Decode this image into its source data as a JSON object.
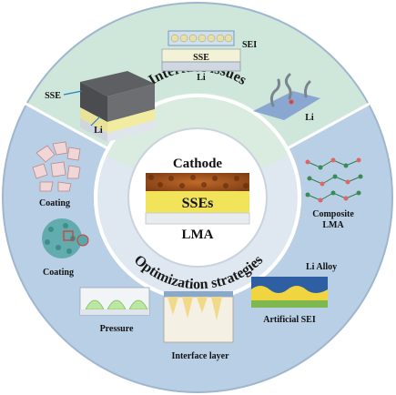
{
  "top_section": {
    "title": "Interface issues",
    "labels": {
      "sse_left": "SSE",
      "li_left": "Li",
      "sse_top": "SSE",
      "sei_top": "SEI",
      "li_top": "Li",
      "li_right": "Li"
    }
  },
  "bottom_section": {
    "title": "Optimization strategies",
    "labels": {
      "coating_1": "Coating",
      "coating_2": "Coating",
      "composite_1": "Composite",
      "composite_2": "LMA",
      "li_alloy": "Li Alloy",
      "artificial_sei": "Artificial SEI",
      "pressure": "Pressure",
      "interface_layer": "Interface layer"
    }
  },
  "center": {
    "cathode": "Cathode",
    "sses": "SSEs",
    "lma": "LMA"
  },
  "colors": {
    "top_ring": "#cfe7da",
    "bottom_ring": "#b9cfe6",
    "inner_ring": "#d8e3ee",
    "cathode": "#a0521d",
    "sses": "#f1e35a",
    "lma": "#eef0f2"
  }
}
